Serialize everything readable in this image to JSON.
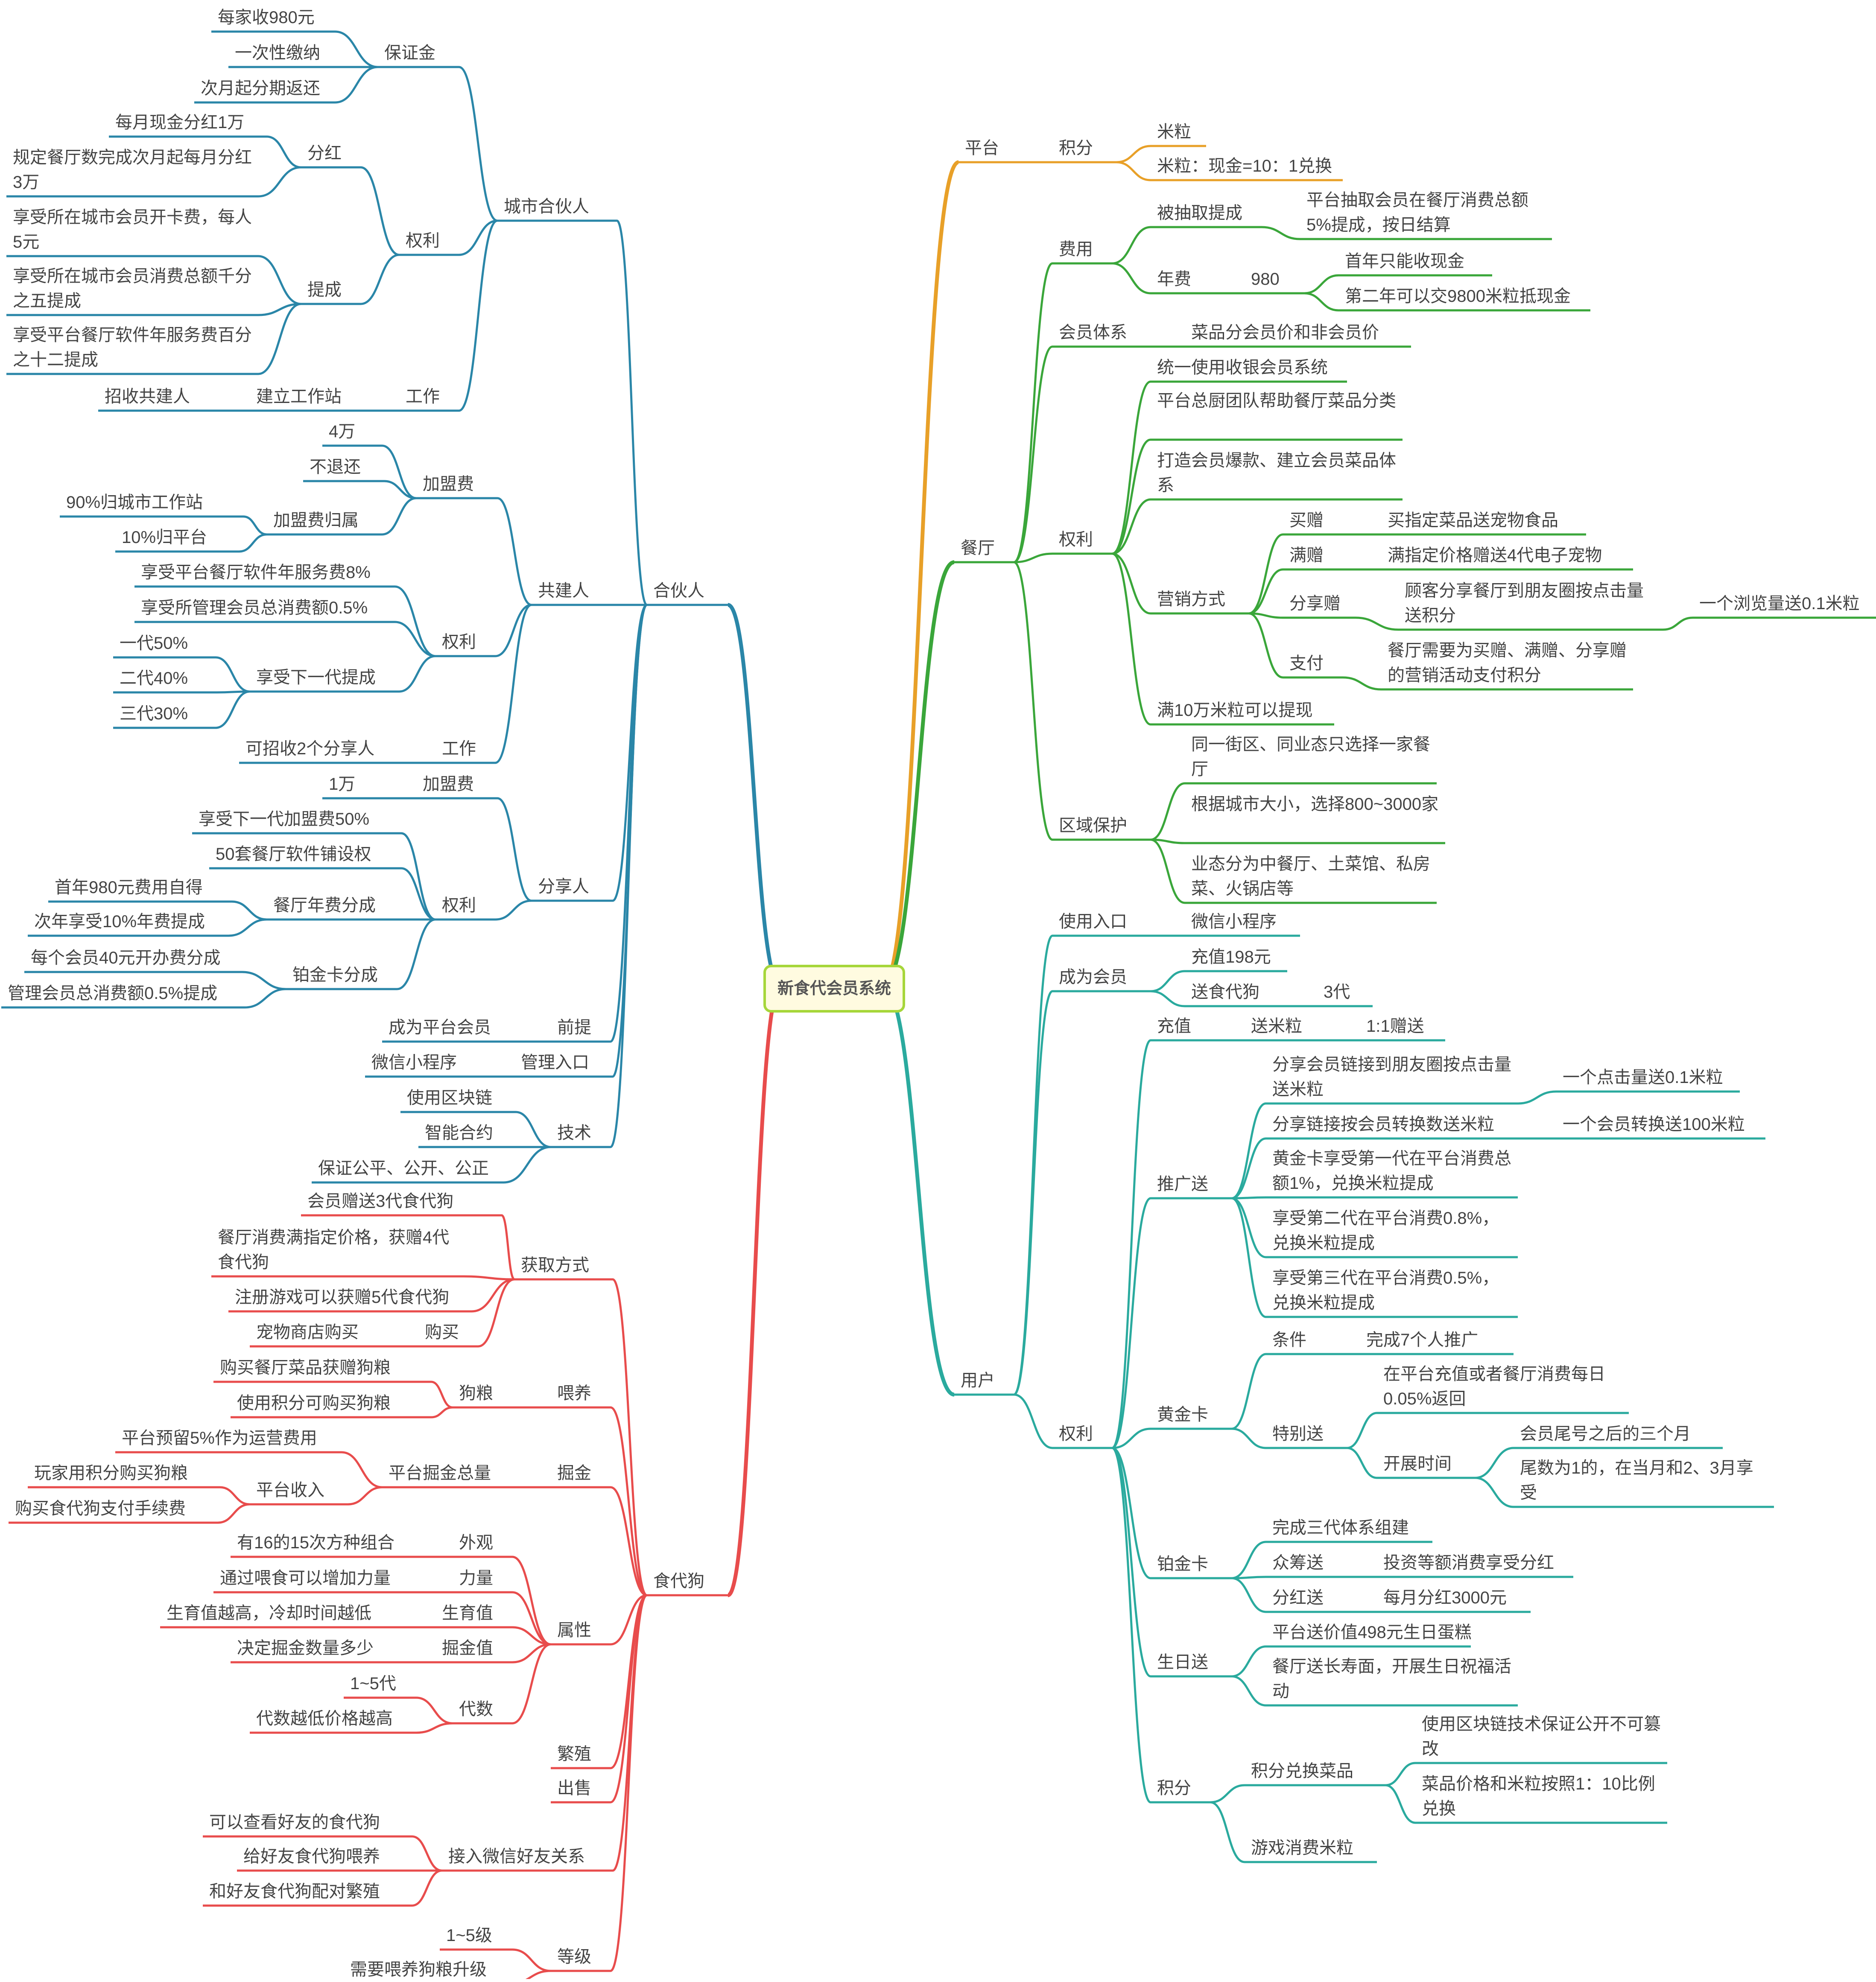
{
  "colors": {
    "platform": "#e8a028",
    "restaurant": "#3aa63a",
    "user": "#2aaa9e",
    "partner": "#2a86a8",
    "dog": "#e84c4c"
  },
  "root": "新食代会员系统",
  "platform": {
    "label": "平台",
    "points": "积分",
    "rice": "米粒",
    "rate": "米粒：现金=10：1兑换"
  },
  "restaurant": {
    "label": "餐厅",
    "fee": {
      "label": "费用",
      "extract": "被抽取提成",
      "extract_desc": "平台抽取会员在餐厅消费总额5%提成，按日结算",
      "annual": "年费",
      "amount": "980",
      "first_year": "首年只能收现金",
      "second_year": "第二年可以交9800米粒抵现金"
    },
    "member_system": {
      "label": "会员体系",
      "desc": "菜品分会员价和非会员价"
    },
    "rights": {
      "label": "权利",
      "cashier": "统一使用收银会员系统",
      "chef": "平台总厨团队帮助餐厅菜品分类",
      "hit": "打造会员爆款、建立会员菜品体系",
      "marketing": "营销方式",
      "buy_gift": "买赠",
      "buy_gift_desc": "买指定菜品送宠物食品",
      "full_gift": "满赠",
      "full_gift_desc": "满指定价格赠送4代电子宠物",
      "share_gift": "分享赠",
      "share_gift_desc": "顾客分享餐厅到朋友圈按点击量送积分",
      "share_gift_rate": "一个浏览量送0.1米粒",
      "pay": "支付",
      "pay_desc": "餐厅需要为买赠、满赠、分享赠的营销活动支付积分",
      "withdraw": "满10万米粒可以提现"
    },
    "zone": {
      "label": "区域保护",
      "a": "同一街区、同业态只选择一家餐厅",
      "b": "根据城市大小，选择800~3000家",
      "c": "业态分为中餐厅、土菜馆、私房菜、火锅店等"
    }
  },
  "user": {
    "label": "用户",
    "entry": {
      "label": "使用入口",
      "value": "微信小程序"
    },
    "member": {
      "label": "成为会员",
      "charge": "充值198元",
      "dog": "送食代狗",
      "gen": "3代"
    },
    "rights": {
      "label": "权利",
      "charge": {
        "label": "充值",
        "send": "送米粒",
        "ratio": "1:1赠送"
      },
      "promo": {
        "label": "推广送",
        "a": "分享会员链接到朋友圈按点击量送米粒",
        "a_rate": "一个点击量送0.1米粒",
        "b": "分享链接按会员转换数送米粒",
        "b_rate": "一个会员转换送100米粒",
        "c": "黄金卡享受第一代在平台消费总额1%，兑换米粒提成",
        "d": "享受第二代在平台消费0.8%，兑换米粒提成",
        "e": "享受第三代在平台消费0.5%，兑换米粒提成"
      },
      "gold": {
        "label": "黄金卡",
        "cond": "条件",
        "cond_desc": "完成7个人推广",
        "special": "特别送",
        "special_desc": "在平台充值或者餐厅消费每日0.05%返回",
        "time": "开展时间",
        "time_a": "会员尾号之后的三个月",
        "time_b": "尾数为1的，在当月和2、3月享受"
      },
      "platinum": {
        "label": "铂金卡",
        "a": "完成三代体系组建",
        "crowd": "众筹送",
        "crowd_desc": "投资等额消费享受分红",
        "div": "分红送",
        "div_desc": "每月分红3000元"
      },
      "birthday": {
        "label": "生日送",
        "a": "平台送价值498元生日蛋糕",
        "b": "餐厅送长寿面，开展生日祝福活动"
      },
      "points": {
        "label": "积分",
        "exchange": "积分兑换菜品",
        "ex_a": "使用区块链技术保证公开不可篡改",
        "ex_b": "菜品价格和米粒按照1：10比例兑换",
        "game": "游戏消费米粒"
      }
    }
  },
  "partner": {
    "label": "合伙人",
    "city": {
      "label": "城市合伙人",
      "deposit": "保证金",
      "dep_a": "每家收980元",
      "dep_b": "一次性缴纳",
      "dep_c": "次月起分期返还",
      "rights": "权利",
      "bonus": "分红",
      "bonus_a": "每月现金分红1万",
      "bonus_b": "规定餐厅数完成次月起每月分红3万",
      "commission": "提成",
      "com_a": "享受所在城市会员开卡费，每人5元",
      "com_b": "享受所在城市会员消费总额千分之五提成",
      "com_c": "享受平台餐厅软件年服务费百分之十二提成",
      "work": "工作",
      "station": "建立工作站",
      "recruit": "招收共建人"
    },
    "builder": {
      "label": "共建人",
      "fee": "加盟费",
      "fee_a": "4万",
      "fee_b": "不退还",
      "fee_owner": "加盟费归属",
      "owner_a": "90%归城市工作站",
      "owner_b": "10%归平台",
      "rights": "权利",
      "r_a": "享受平台餐厅软件年服务费8%",
      "r_b": "享受所管理会员总消费额0.5%",
      "next": "享受下一代提成",
      "g1": "一代50%",
      "g2": "二代40%",
      "g3": "三代30%",
      "work": "工作",
      "work_a": "可招收2个分享人"
    },
    "sharer": {
      "label": "分享人",
      "fee": "加盟费",
      "fee_a": "1万",
      "rights": "权利",
      "r_a": "享受下一代加盟费50%",
      "r_b": "50套餐厅软件铺设权",
      "annual": "餐厅年费分成",
      "an_a": "首年980元费用自得",
      "an_b": "次年享受10%年费提成",
      "plat": "铂金卡分成",
      "pl_a": "每个会员40元开办费分成",
      "pl_b": "管理会员总消费额0.5%提成"
    },
    "premise": {
      "label": "前提",
      "value": "成为平台会员"
    },
    "manage": {
      "label": "管理入口",
      "value": "微信小程序"
    },
    "tech": {
      "label": "技术",
      "a": "使用区块链",
      "b": "智能合约",
      "c": "保证公平、公开、公正"
    }
  },
  "dog": {
    "label": "食代狗",
    "get": {
      "label": "获取方式",
      "a": "会员赠送3代食代狗",
      "b": "餐厅消费满指定价格，获赠4代食代狗",
      "c": "注册游戏可以获赠5代食代狗",
      "buy": "购买",
      "buy_a": "宠物商店购买"
    },
    "feed": {
      "label": "喂养",
      "food": "狗粮",
      "a": "购买餐厅菜品获赠狗粮",
      "b": "使用积分可购买狗粮"
    },
    "mine": {
      "label": "掘金",
      "total": "平台掘金总量",
      "a": "平台预留5%作为运营费用",
      "income": "平台收入",
      "b": "玩家用积分购买狗粮",
      "c": "购买食代狗支付手续费"
    },
    "attr": {
      "label": "属性",
      "look": "外观",
      "look_a": "有16的15次方种组合",
      "power": "力量",
      "power_a": "通过喂食可以增加力量",
      "breed_val": "生育值",
      "breed_a": "生育值越高，冷却时间越低",
      "mine_val": "掘金值",
      "mine_a": "决定掘金数量多少",
      "gen": "代数",
      "gen_a": "1~5代",
      "gen_b": "代数越低价格越高"
    },
    "breed": "繁殖",
    "sell": "出售",
    "wechat": {
      "label": "接入微信好友关系",
      "a": "可以查看好友的食代狗",
      "b": "给好友食代狗喂养",
      "c": "和好友食代狗配对繁殖"
    },
    "level": {
      "label": "等级",
      "a": "1~5级",
      "b": "需要喂养狗粮升级"
    }
  }
}
